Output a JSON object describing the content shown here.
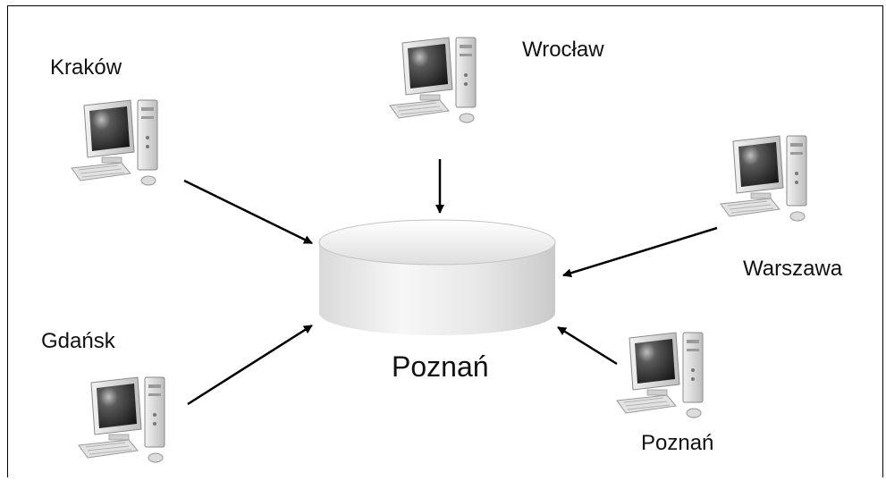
{
  "center": {
    "label": "Poznań",
    "icon": "database-cylinder-icon"
  },
  "nodes": [
    {
      "id": "krakow",
      "label": "Kraków",
      "icon": "computer-icon"
    },
    {
      "id": "wroclaw",
      "label": "Wrocław",
      "icon": "computer-icon"
    },
    {
      "id": "warszawa",
      "label": "Warszawa",
      "icon": "computer-icon"
    },
    {
      "id": "gdansk",
      "label": "Gdańsk",
      "icon": "computer-icon"
    },
    {
      "id": "poznan",
      "label": "Poznań",
      "icon": "computer-icon"
    }
  ],
  "edges": [
    {
      "from": "krakow",
      "to": "center"
    },
    {
      "from": "wroclaw",
      "to": "center"
    },
    {
      "from": "warszawa",
      "to": "center"
    },
    {
      "from": "gdansk",
      "to": "center"
    },
    {
      "from": "poznan",
      "to": "center"
    }
  ]
}
